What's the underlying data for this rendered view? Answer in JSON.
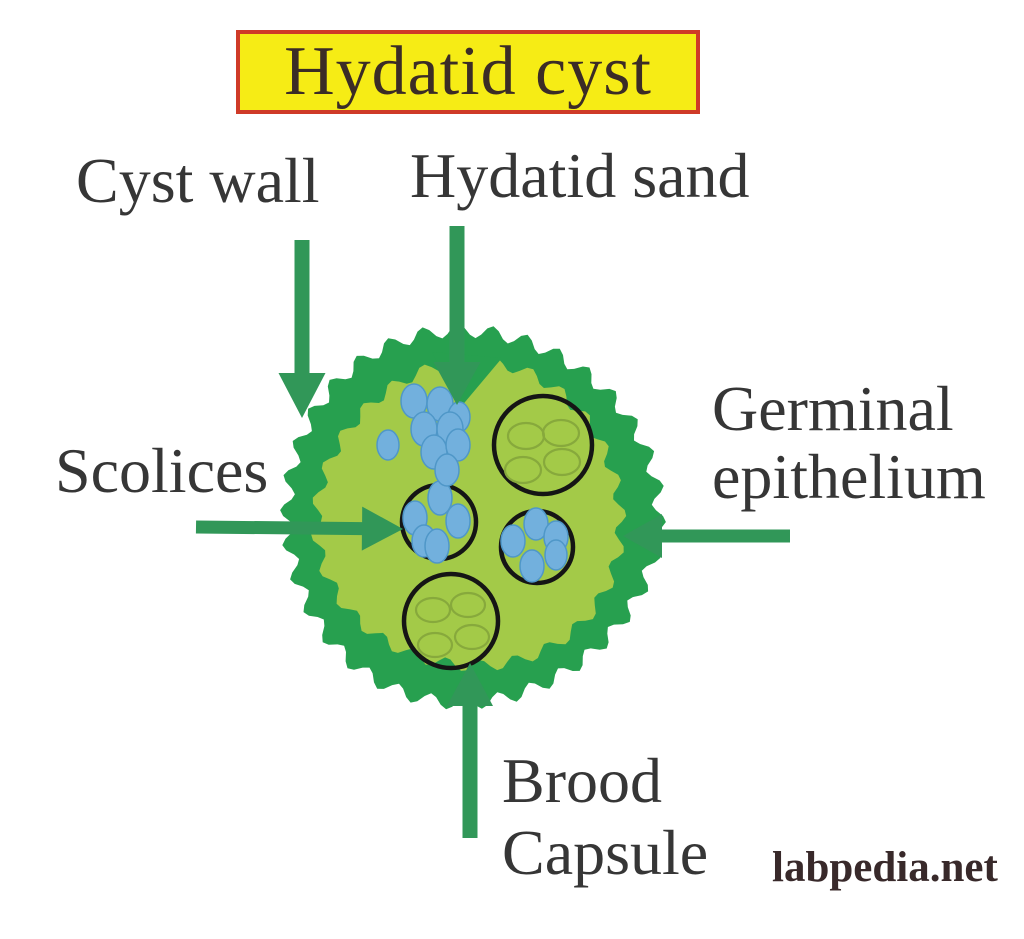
{
  "title": "Hydatid cyst",
  "labels": {
    "cyst_wall": "Cyst wall",
    "hydatid_sand": "Hydatid sand",
    "scolices": "Scolices",
    "germinal_epithelium": [
      "Germinal",
      "epithelium"
    ],
    "brood_capsule": [
      "Brood",
      "Capsule"
    ]
  },
  "watermark": "labpedia.net",
  "colors": {
    "title_box_bg": "#f6ec15",
    "title_box_border": "#cf3a28",
    "title_text": "#3b2c26",
    "label_text": "#363636",
    "watermark_text": "#38292a",
    "cyst_wall_green": "#27a04f",
    "cyst_inner_green": "#a3ca48",
    "arrow_green": "#319758",
    "scolex_blue": "#72b0dd",
    "scolex_blue_stroke": "#4f97c8",
    "capsule_outline": "#151515",
    "developing_capsule_outline": "#87a93c"
  }
}
